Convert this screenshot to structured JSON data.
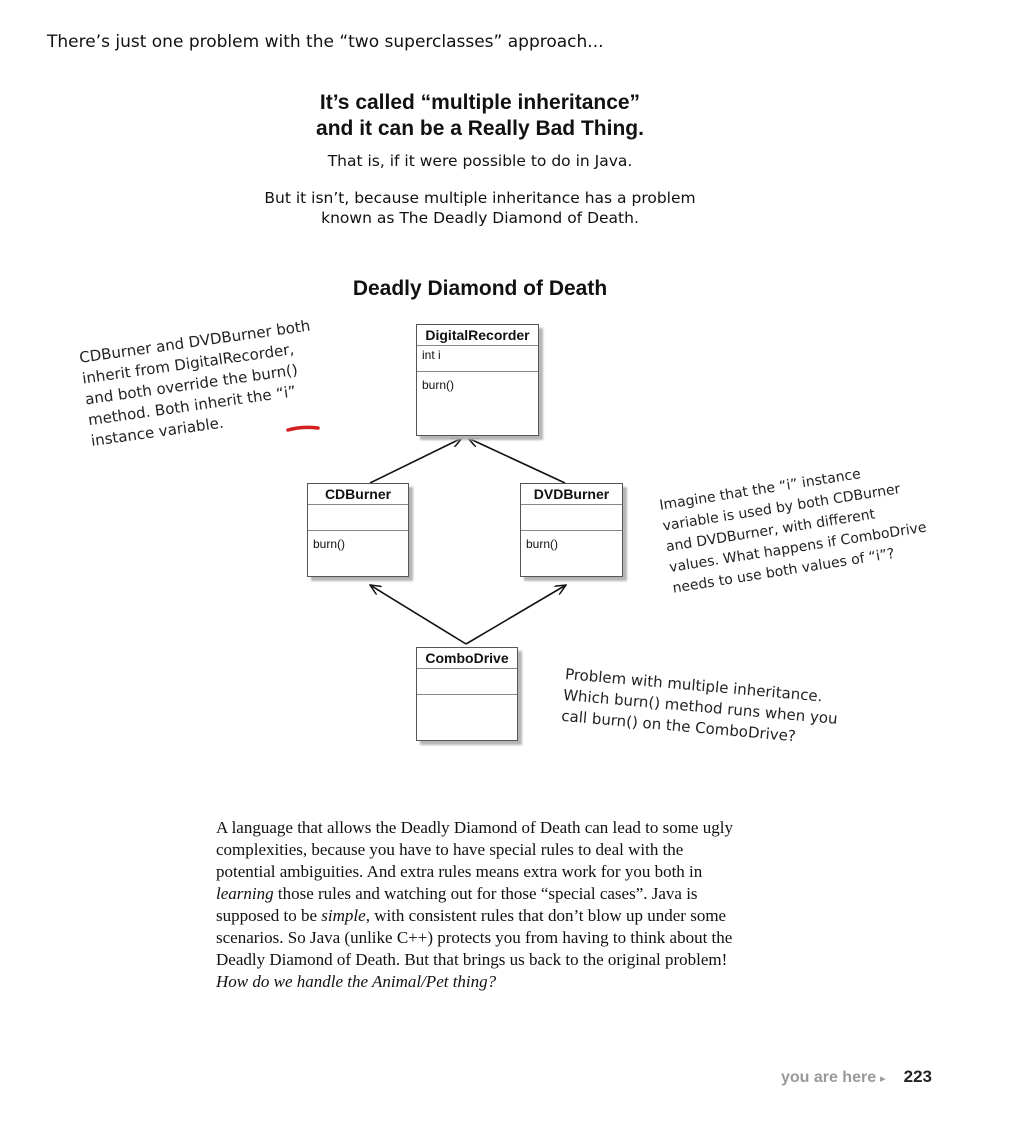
{
  "intro": "There’s just one problem with the “two superclasses” approach...",
  "headline": {
    "line1": "It’s called “multiple inheritance”",
    "line2": "and it can be a Really Bad Thing."
  },
  "subtitle": {
    "line1": "That is, if it were possible to do in Java.",
    "line2": "But it isn’t, because multiple inheritance has a problem",
    "line3": "known as The Deadly Diamond of Death."
  },
  "diagram": {
    "title": "Deadly Diamond of Death",
    "classes": {
      "digital_recorder": {
        "name": "DigitalRecorder",
        "field": "int i",
        "method": "burn()"
      },
      "cd_burner": {
        "name": "CDBurner",
        "method": "burn()"
      },
      "dvd_burner": {
        "name": "DVDBurner",
        "method": "burn()"
      },
      "combo_drive": {
        "name": "ComboDrive"
      }
    }
  },
  "notes": {
    "left": {
      "line1": "CDBurner and DVDBurner both",
      "line2": "inherit from DigitalRecorder,",
      "line3": "and both override the burn()",
      "line4": "method. Both inherit the “i”",
      "line5": "instance variable."
    },
    "right": {
      "line1": "Imagine that the “i” instance",
      "line2": "variable is used by both CDBurner",
      "line3": "and DVDBurner, with different",
      "line4": "values. What happens if ComboDrive",
      "line5": "needs to use both values of “i”?"
    },
    "bottom": {
      "line1": "Problem with multiple inheritance.",
      "line2": "Which burn() method runs when you",
      "line3": "call burn() on the ComboDrive?"
    }
  },
  "body": {
    "p1": "A language that allows the Deadly Diamond of Death can lead to some ugly complexities, because you have to have special rules to deal with the potential ambiguities. And extra rules means extra work for you both in ",
    "em1": "learning",
    "p2": " those rules and watching out for those “special cases”. Java is supposed to be ",
    "em2": "simple",
    "p3": ", with consistent rules that don’t blow up under some scenarios. So Java (unlike C++) protects you from having to think about the Deadly Diamond of Death. But that brings us back to the original problem! ",
    "em3": "How do we handle the Animal/Pet thing?"
  },
  "footer": {
    "you_are_here": "you are here",
    "arrow": "▸",
    "page_number": "223"
  }
}
